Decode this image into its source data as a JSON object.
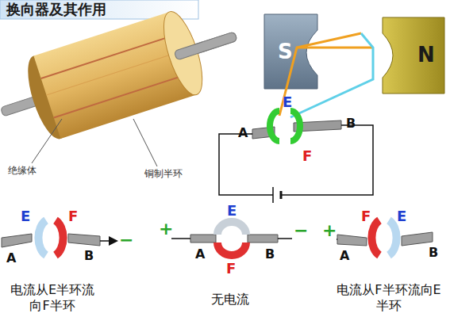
{
  "diagram": {
    "title": "换向器及其作用",
    "nodes": [
      {
        "text": [
          "S"
        ]
      },
      {
        "text": [
          "N"
        ]
      }
    ],
    "labels": [
      "绝缘体",
      "铜制半环",
      "E",
      "F",
      "A",
      "B",
      "E",
      "F",
      "A",
      "B",
      "−",
      "+",
      "E",
      "A",
      "B",
      "F",
      "−",
      "+",
      "F",
      "E",
      "A",
      "B",
      "电流从E半环流向F半环",
      "无电流",
      "电流从F半环流向E半环"
    ]
  }
}
